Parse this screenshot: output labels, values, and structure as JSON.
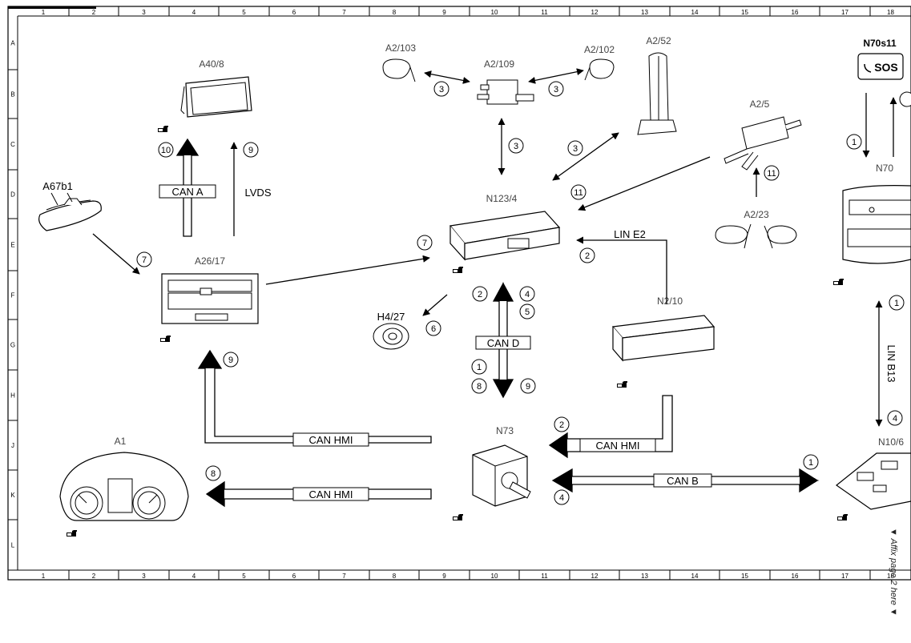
{
  "grid": {
    "columns": [
      "1",
      "2",
      "3",
      "4",
      "5",
      "6",
      "7",
      "8",
      "9",
      "10",
      "11",
      "12",
      "13",
      "14",
      "15",
      "16",
      "17",
      "18"
    ],
    "rows": [
      "A",
      "B",
      "C",
      "D",
      "E",
      "F",
      "G",
      "H",
      "J",
      "K",
      "L"
    ]
  },
  "components": {
    "a40_8": "A40/8",
    "a67b1": "A67b1",
    "a26_17": "A26/17",
    "a1": "A1",
    "a2_103": "A2/103",
    "a2_109": "A2/109",
    "a2_102": "A2/102",
    "a2_52": "A2/52",
    "a2_5": "A2/5",
    "a2_23": "A2/23",
    "n123_4": "N123/4",
    "h4_27": "H4/27",
    "n2_10": "N2/10",
    "n73": "N73",
    "n70s11": "N70s11",
    "n70": "N70",
    "n10_6": "N10/6"
  },
  "sos_button_label": "SOS",
  "bus_labels": {
    "can_a": "CAN A",
    "lvds": "LVDS",
    "can_d": "CAN D",
    "lin_e2": "LIN E2",
    "can_hmi_1": "CAN HMI",
    "can_hmi_2": "CAN HMI",
    "can_hmi_3": "CAN HMI",
    "can_b": "CAN B",
    "lin_b13": "LIN B13"
  },
  "signal_numbers": {
    "a2_103_link": "3",
    "a2_102_link": "3",
    "a2_109_vertical": "3",
    "a2_52_link": "3",
    "a2_5_link": "11",
    "a2_23_link": "11",
    "a40_can_a": "10",
    "a40_lvds": "9",
    "a67b1_link": "7",
    "a26_to_n123": "7",
    "lin_e2": "2",
    "h4_27": "6",
    "can_d_up_left": "2",
    "can_d_up_right_1": "4",
    "can_d_up_right_2": "5",
    "can_d_down_left_1": "1",
    "can_d_down_left_2": "8",
    "can_d_down_right": "9",
    "can_hmi_a26": "9",
    "can_hmi_a1": "8",
    "can_hmi_n2_10": "2",
    "can_b_right": "1",
    "can_b_left": "4",
    "n70_down": "1",
    "n70_up": "",
    "lin_b13_top": "1",
    "lin_b13_bottom": "4"
  },
  "affix_note": "▼ Affix page 2 here ▼",
  "icon": "hand-pointer-icon"
}
